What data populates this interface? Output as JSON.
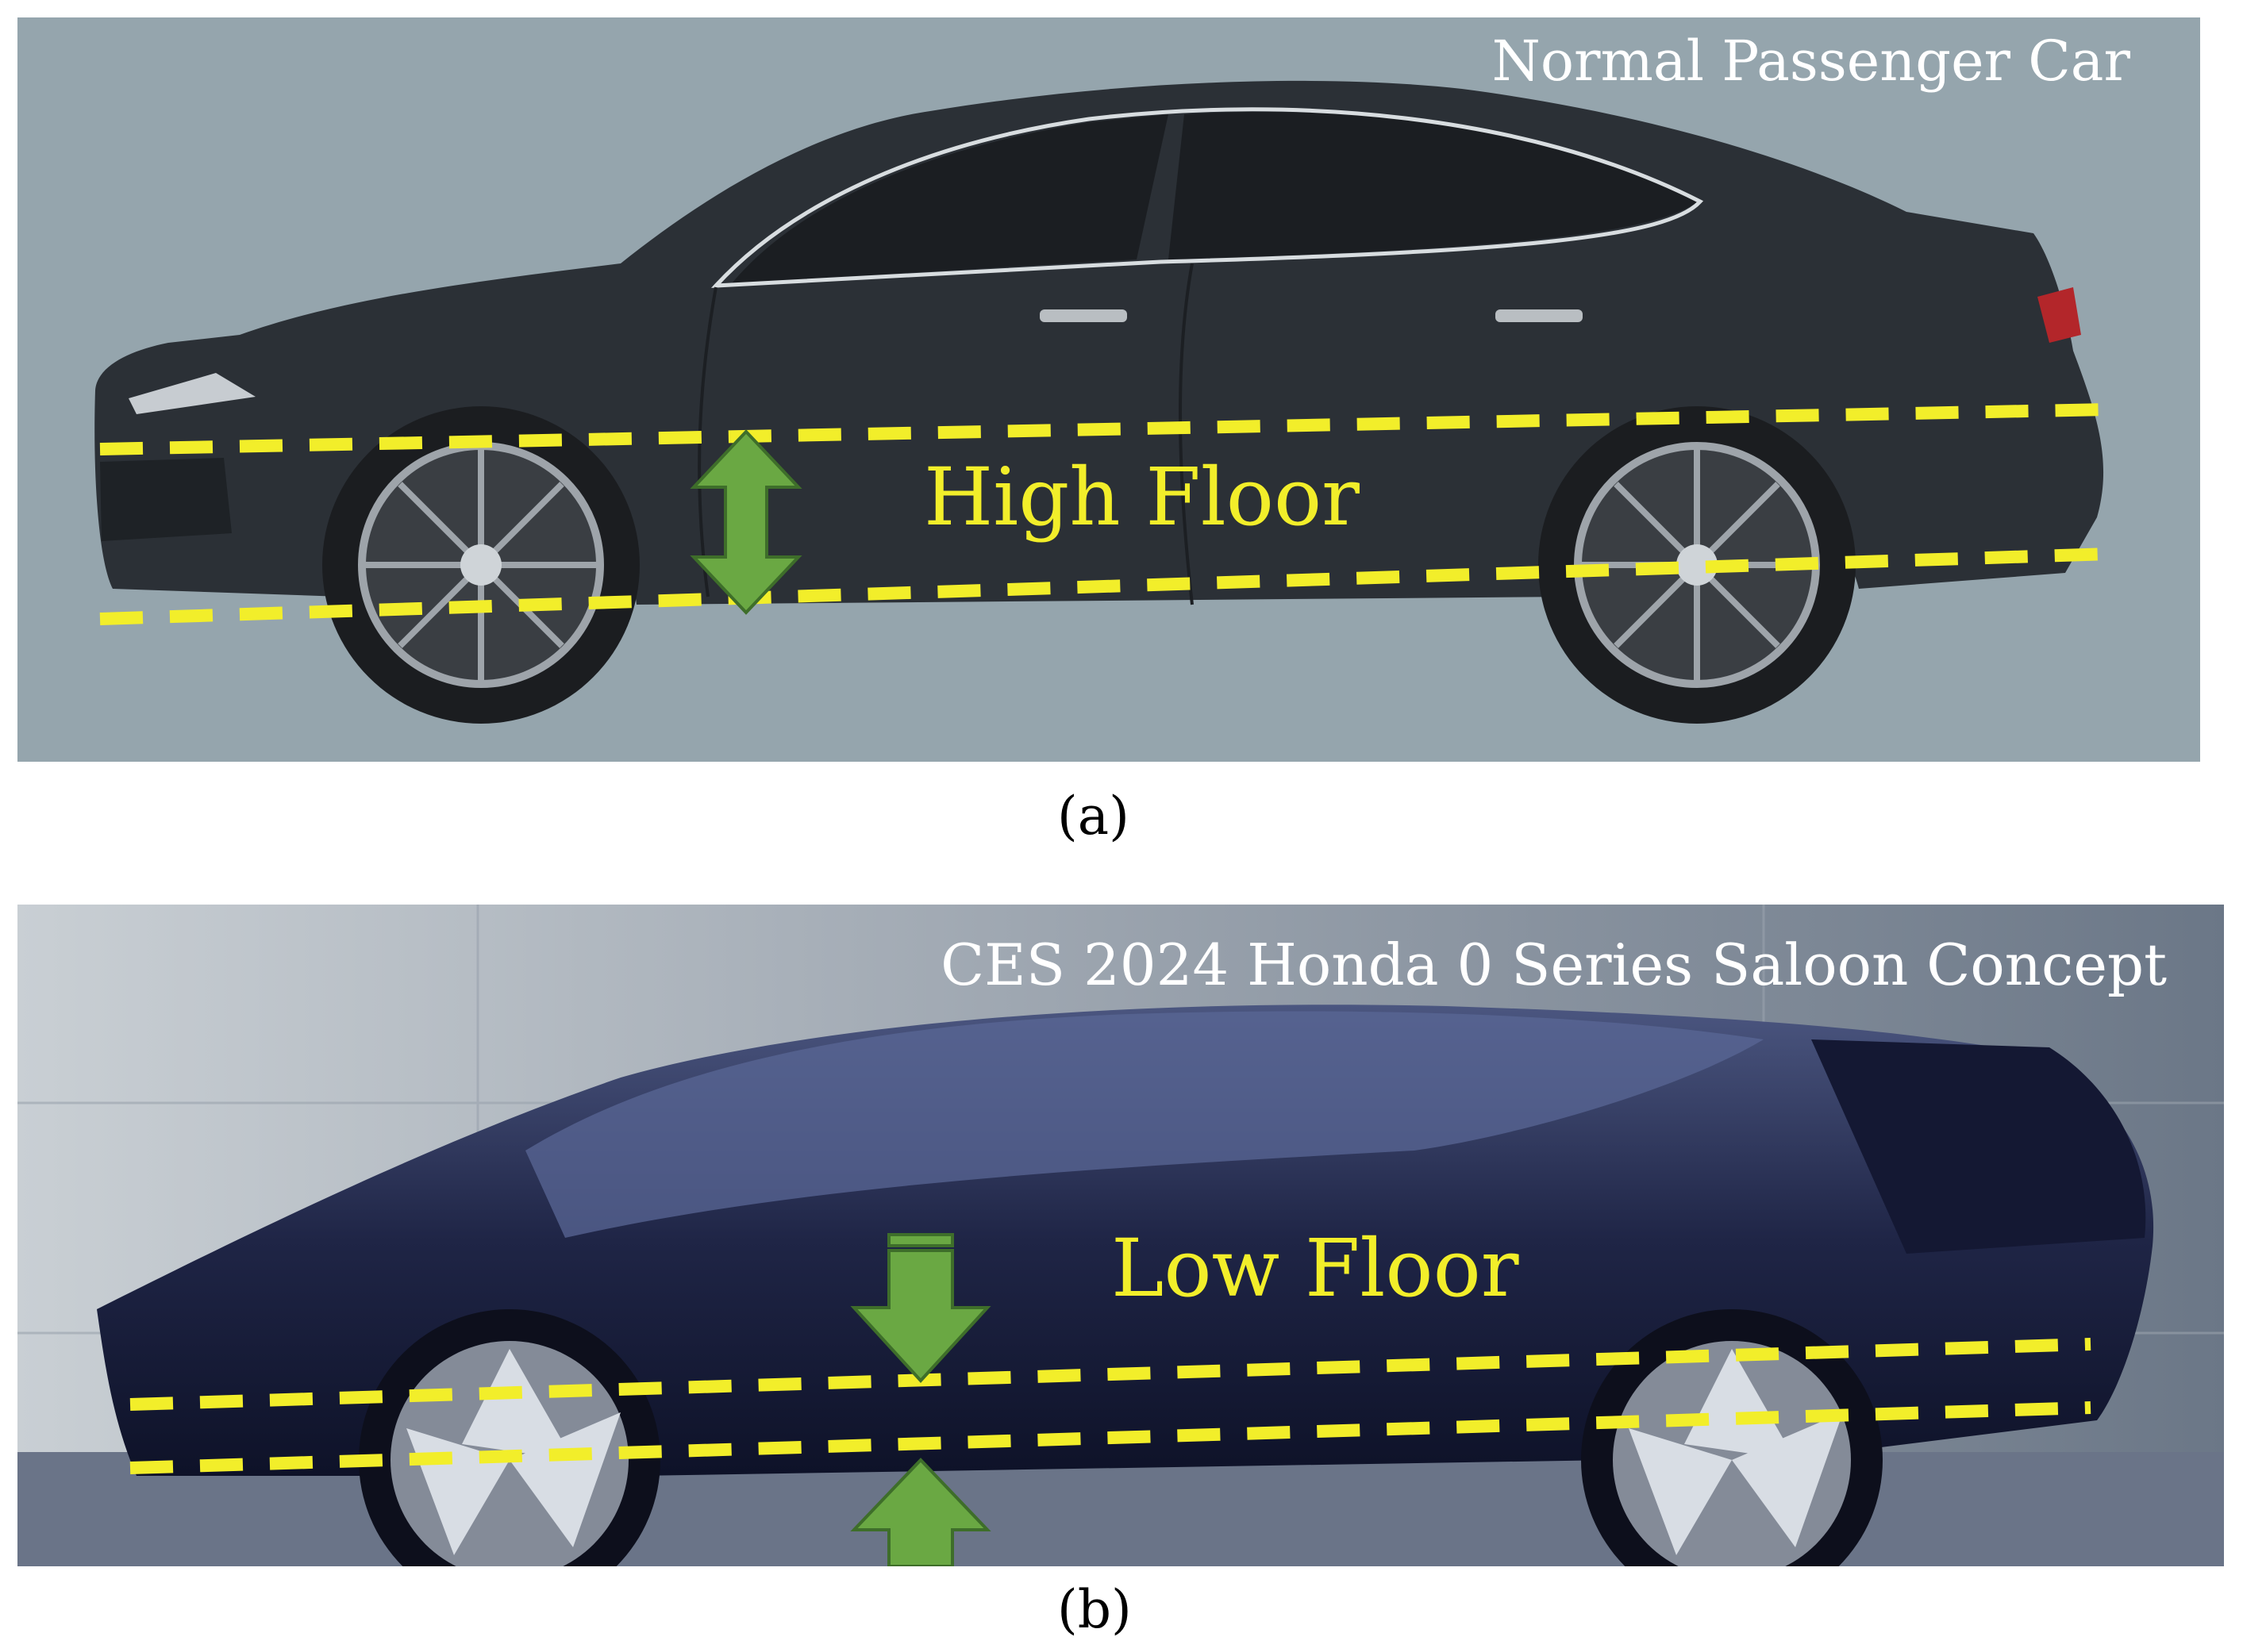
{
  "figure": {
    "panels": [
      {
        "id": "a",
        "title": "Normal Passenger Car",
        "floor_label": "High Floor",
        "caption": "(a)",
        "background_color": "#95a5ad",
        "car_color": "#2b3036",
        "arrow_icon": "double-headed-vertical-arrow-icon"
      },
      {
        "id": "b",
        "title": "CES 2024 Honda 0 Series Saloon Concept",
        "floor_label": "Low Floor",
        "caption": "(b)",
        "background_color": "#b7bfc6",
        "car_color": "#1c2240",
        "arrow_icons": [
          "down-arrow-icon",
          "up-arrow-icon"
        ]
      }
    ],
    "colors": {
      "dashed_line": "#f2ee2a",
      "arrow": "#6aa843",
      "arrow_outline": "#3e6e2a"
    }
  }
}
